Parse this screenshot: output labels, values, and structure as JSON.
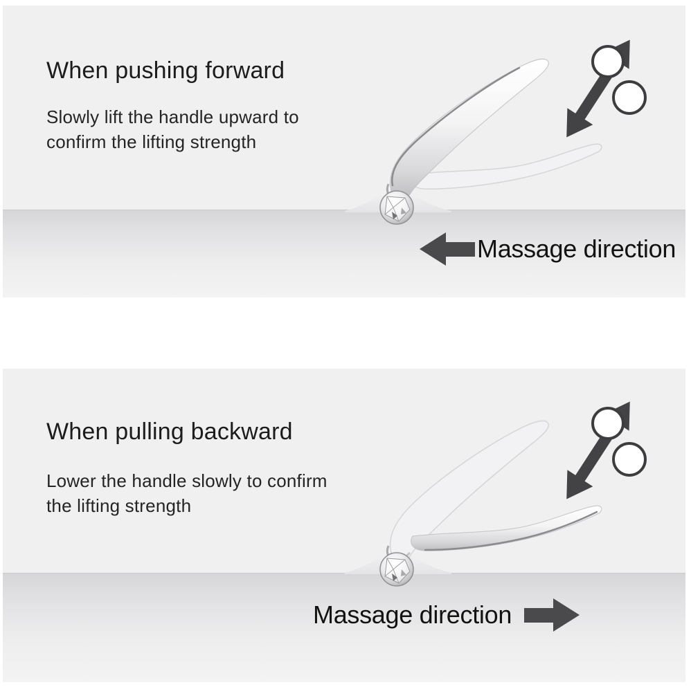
{
  "panels": [
    {
      "heading": "When pushing forward",
      "body_lines": [
        "Slowly lift the handle upward to",
        "confirm the lifting strength"
      ],
      "direction_label": "Massage direction",
      "direction": "left",
      "icons": {
        "device": "face-roller-device-illustration",
        "spin": "roller-spin-arrows-icon",
        "direction_arrow": "arrow-left-icon"
      }
    },
    {
      "heading": "When pulling backward",
      "body_lines": [
        "Lower the handle slowly to confirm",
        "the lifting strength"
      ],
      "direction_label": "Massage direction",
      "direction": "right",
      "icons": {
        "device": "face-roller-device-illustration",
        "spin": "roller-spin-arrows-icon",
        "direction_arrow": "arrow-right-icon"
      }
    }
  ],
  "colors": {
    "panel_bg": "#f0f0f1",
    "band_top": "#d6d6d8",
    "band_bottom": "#f3f3f4",
    "arrow_dark": "#4a4a4d",
    "icon_outline": "#3d3d40",
    "text": "#1c1c1c"
  }
}
